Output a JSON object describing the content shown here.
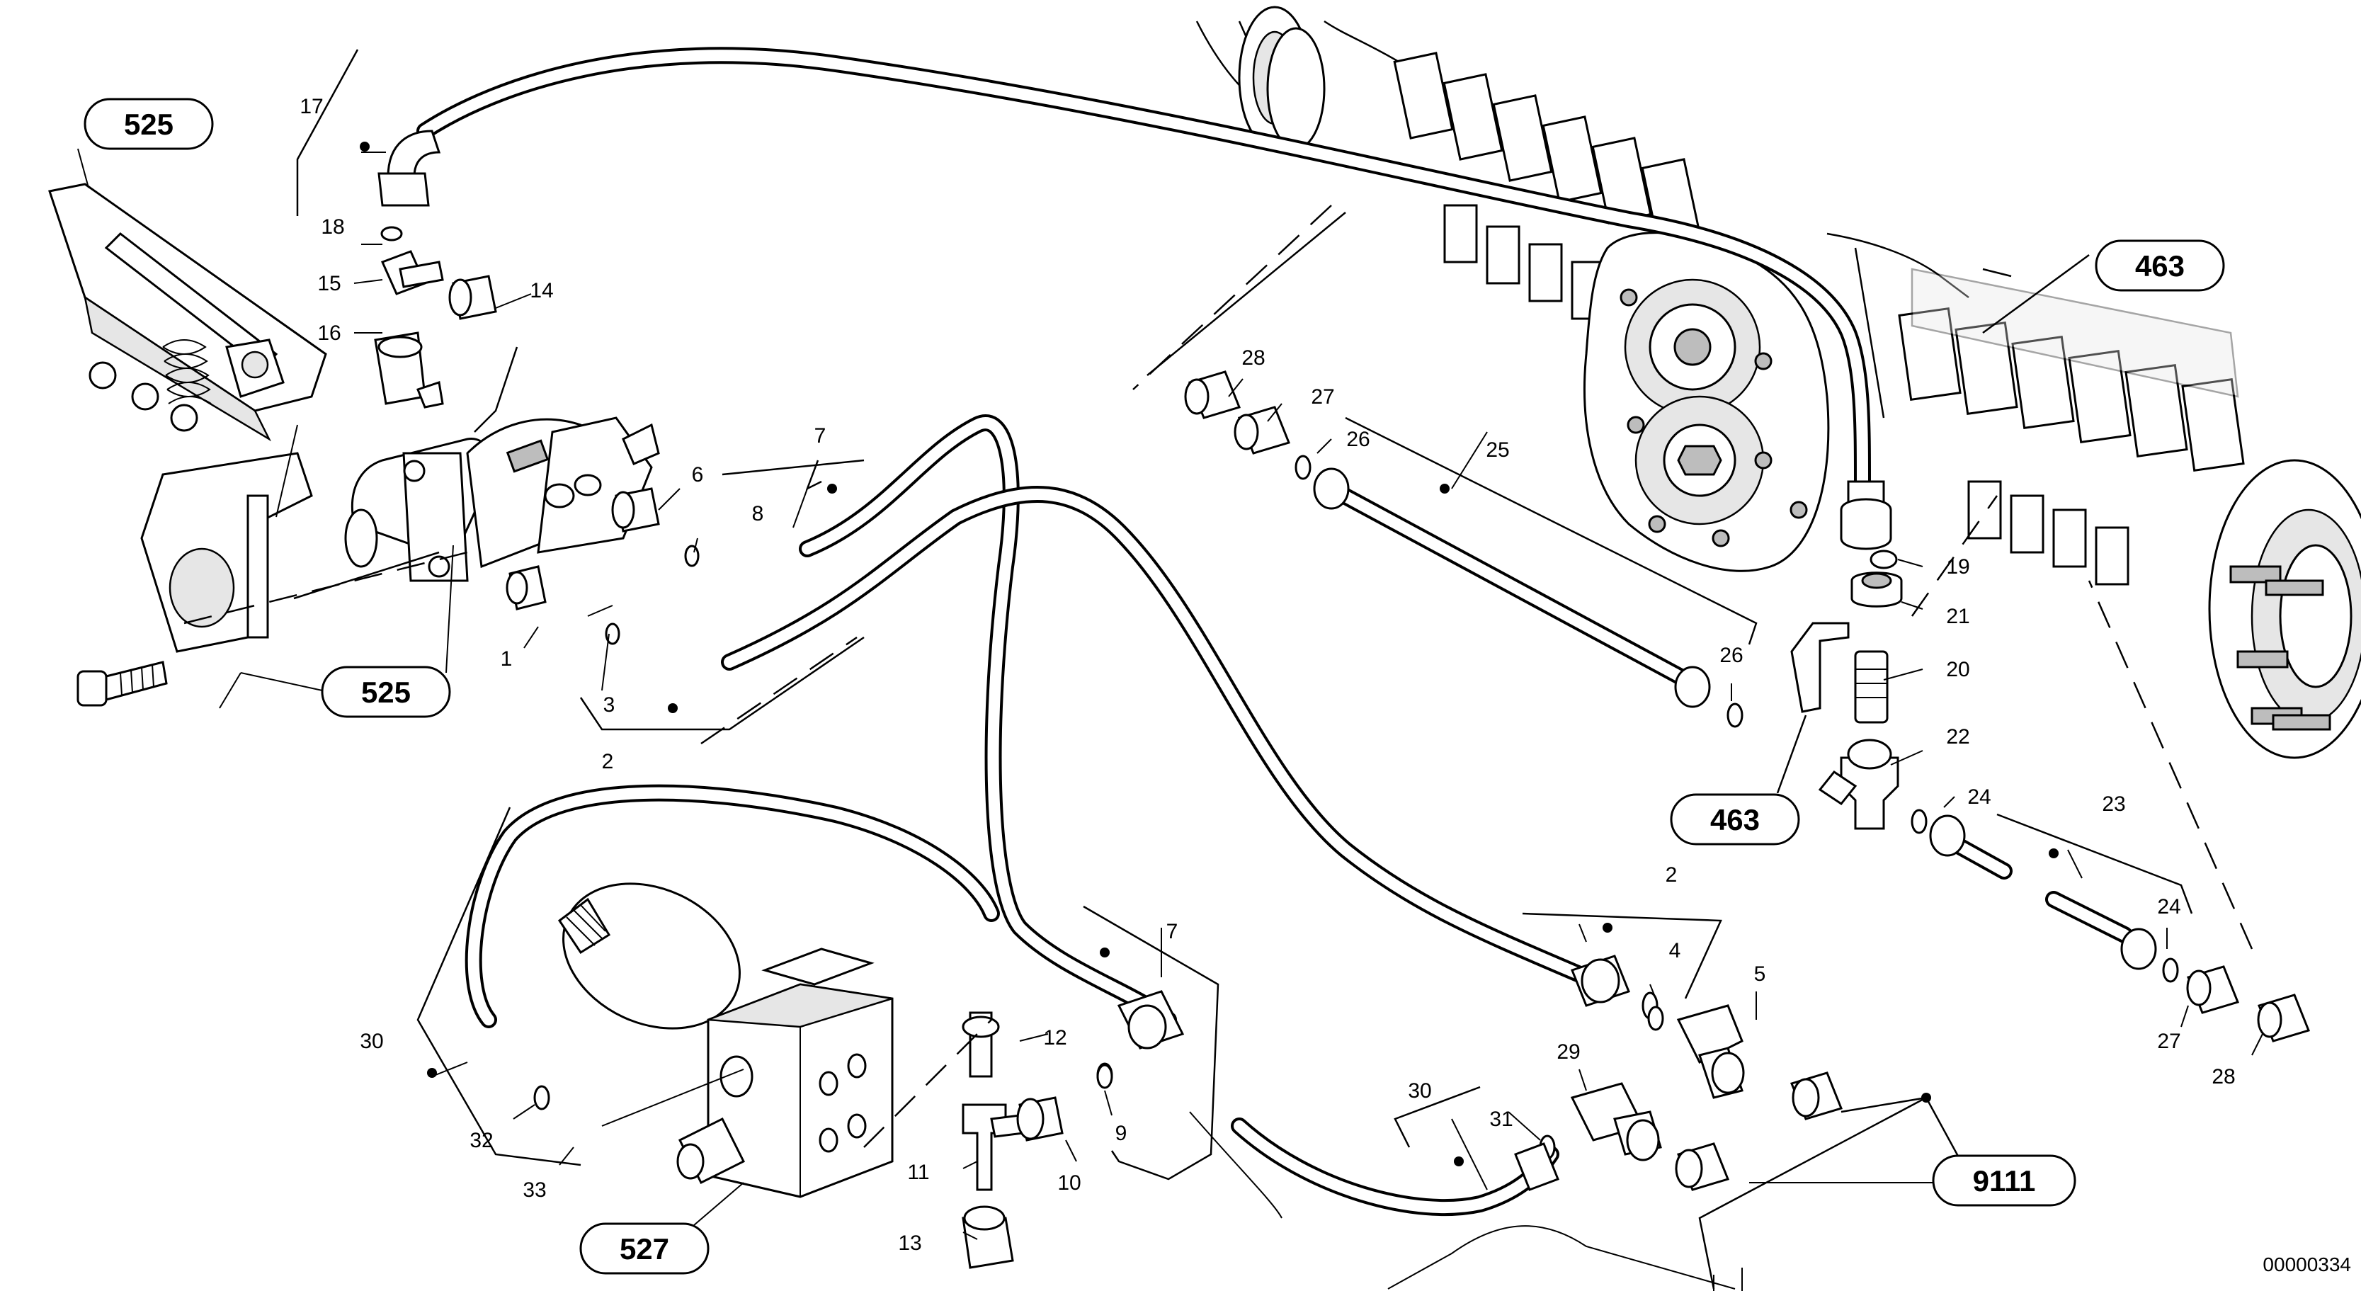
{
  "ref_labels": {
    "r525_top": "525",
    "r525_bottom": "525",
    "r463_top": "463",
    "r463_mid": "463",
    "r527": "527",
    "r9111": "9111"
  },
  "part_numbers": {
    "p1": "1",
    "p2a": "2",
    "p2b": "2",
    "p3": "3",
    "p4": "4",
    "p5": "5",
    "p6": "6",
    "p7a": "7",
    "p7b": "7",
    "p8": "8",
    "p9": "9",
    "p10": "10",
    "p11": "11",
    "p12": "12",
    "p13": "13",
    "p14": "14",
    "p15": "15",
    "p16": "16",
    "p17": "17",
    "p18": "18",
    "p19": "19",
    "p20": "20",
    "p21": "21",
    "p22": "22",
    "p23": "23",
    "p24a": "24",
    "p24b": "24",
    "p25": "25",
    "p26a": "26",
    "p26b": "26",
    "p27a": "27",
    "p27b": "27",
    "p28a": "28",
    "p28b": "28",
    "p29": "29",
    "p30a": "30",
    "p30b": "30",
    "p31": "31",
    "p32": "32",
    "p33": "33"
  },
  "document_id": "00000334"
}
